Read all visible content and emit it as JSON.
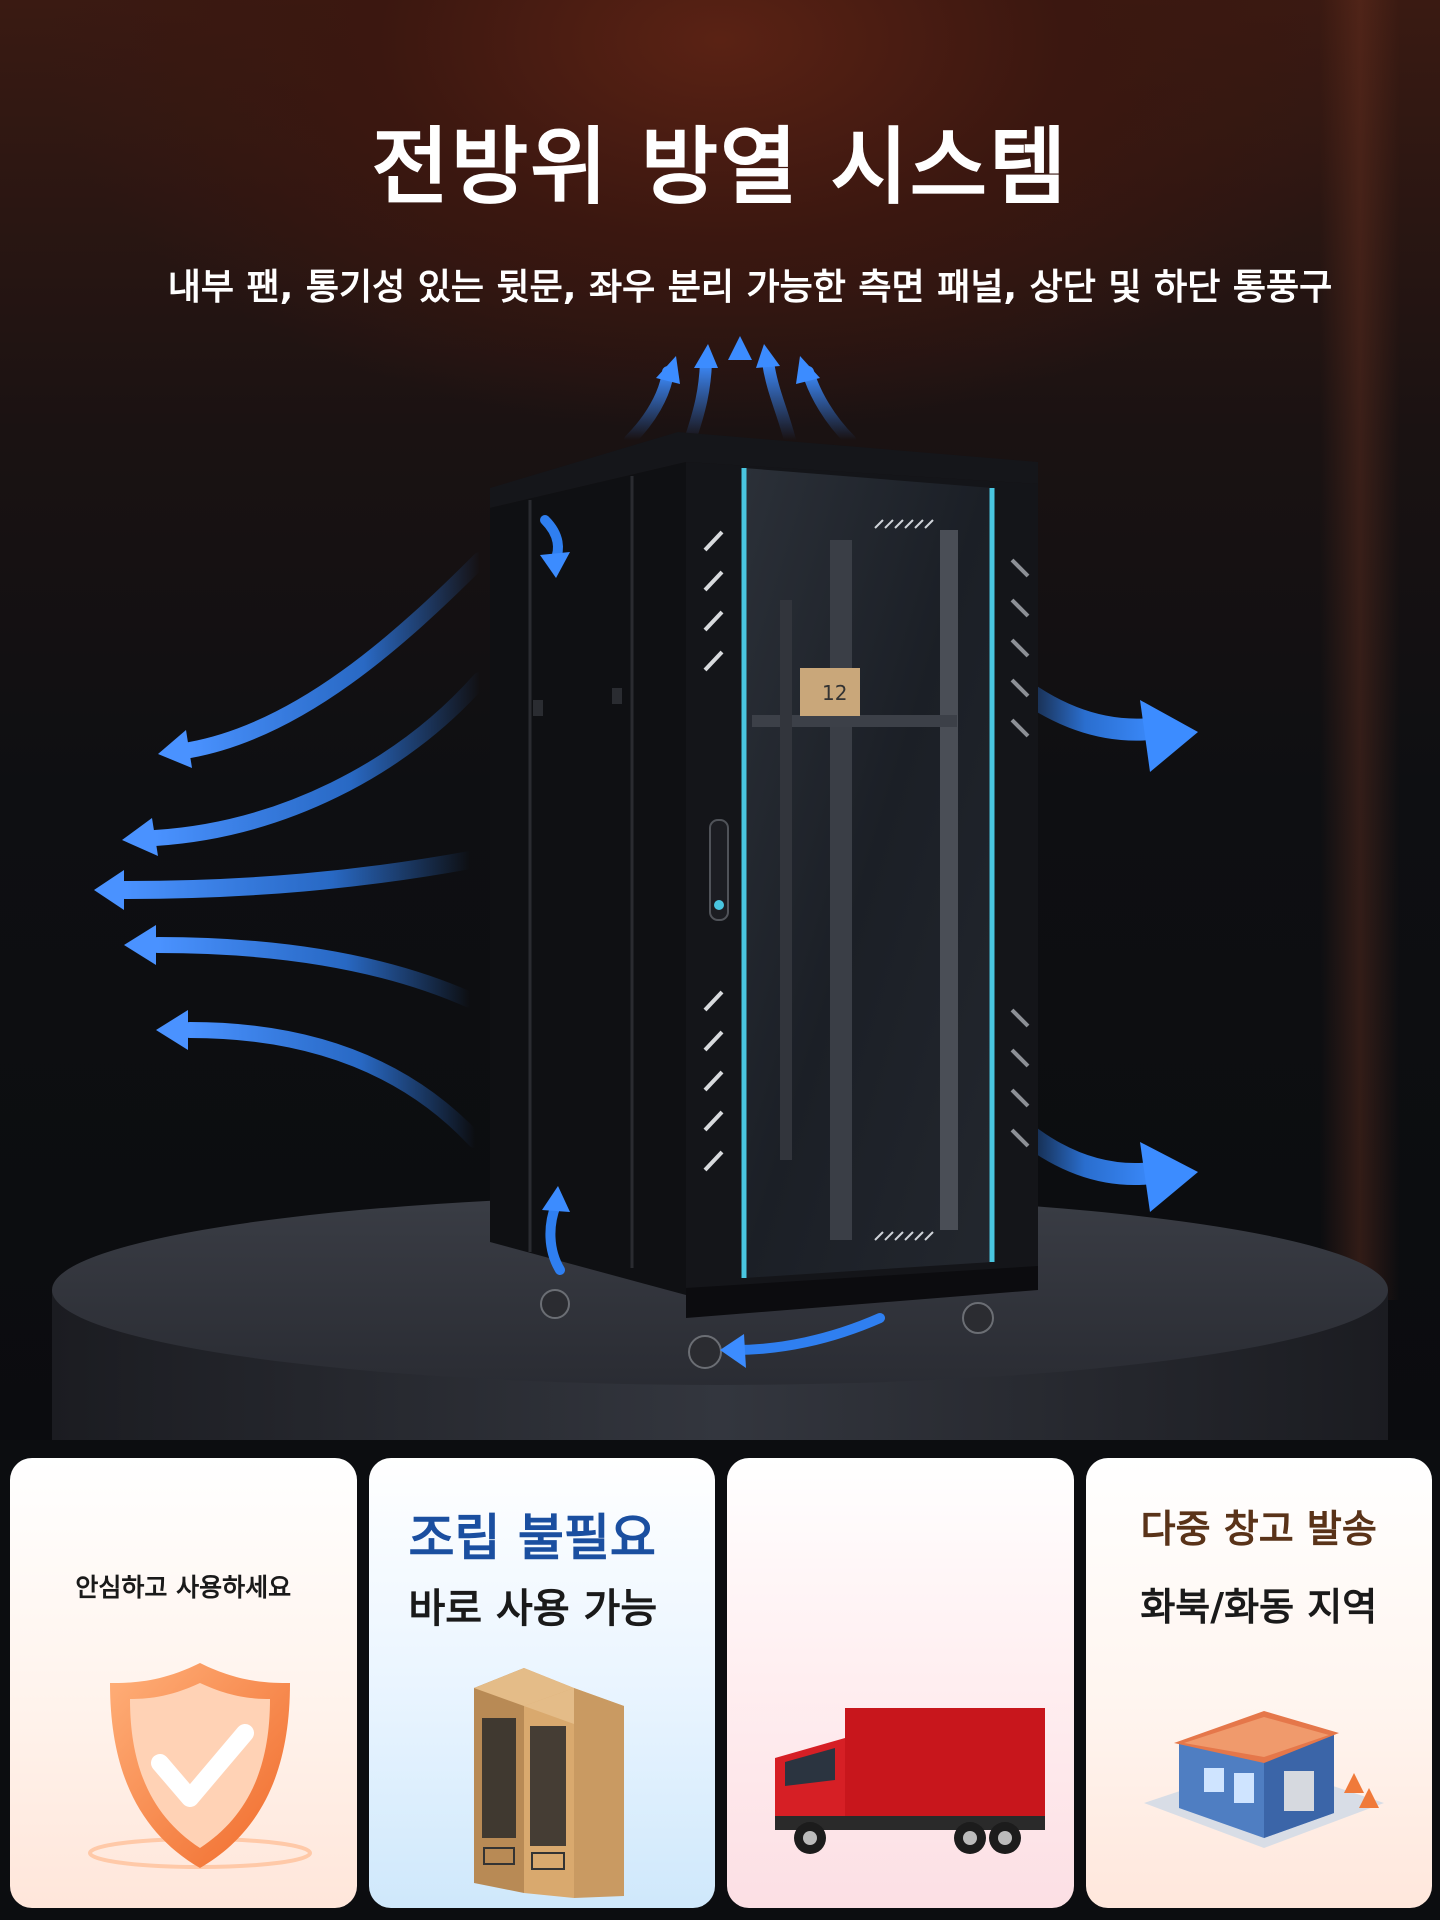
{
  "hero": {
    "title": "전방위 방열 시스템",
    "subtitle": "내부 팬, 통기성 있는 뒷문, 좌우 분리 가능한 측면 패널, 상단 및 하단 통풍구",
    "box_label": "12"
  },
  "cards": [
    {
      "lines": [
        "안심하고 사용하세요"
      ],
      "icon": "shield-check-icon"
    },
    {
      "heading": "조립 불필요",
      "sub": "바로 사용 가능",
      "icon": "boxed-cabinet-icon"
    },
    {
      "icon": "delivery-truck-icon"
    },
    {
      "heading": "다중 창고 발송",
      "sub": "화북/화동 지역",
      "icon": "warehouse-icon"
    }
  ],
  "colors": {
    "airflow_blue": "#2f7ff0",
    "accent_cyan": "#49c6e0",
    "heading_blue": "#1b4fa0",
    "heading_brown": "#5a3319",
    "truck_red": "#c8161c"
  }
}
